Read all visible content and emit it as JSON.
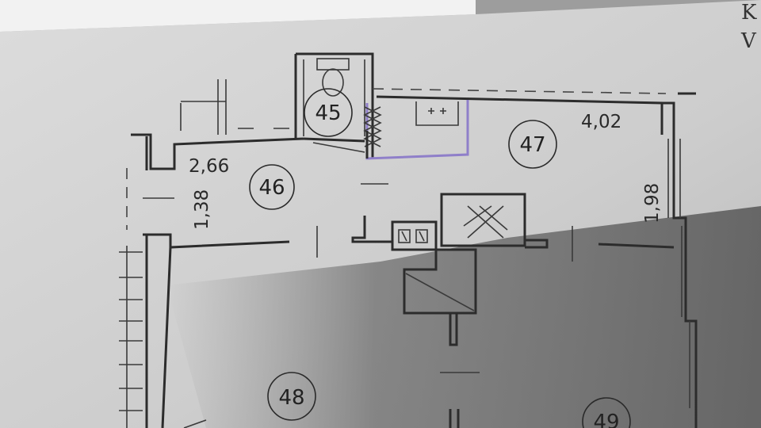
{
  "plan": {
    "rooms": [
      {
        "id": "45",
        "label": "45"
      },
      {
        "id": "46",
        "label": "46"
      },
      {
        "id": "47",
        "label": "47"
      },
      {
        "id": "48",
        "label": "48"
      },
      {
        "id": "49",
        "label": "49"
      }
    ],
    "dimensions": {
      "room46_width": "2,66",
      "room46_depth": "1,38",
      "room47_width": "4,02",
      "room47_depth": "1,98"
    },
    "corner_text": [
      "K",
      "V"
    ]
  },
  "colors": {
    "paper_light": "#d6d6d6",
    "paper_shadow": "#6e6e6e",
    "ink": "#2c2c2c",
    "accent_purple": "#8f7fc9"
  }
}
